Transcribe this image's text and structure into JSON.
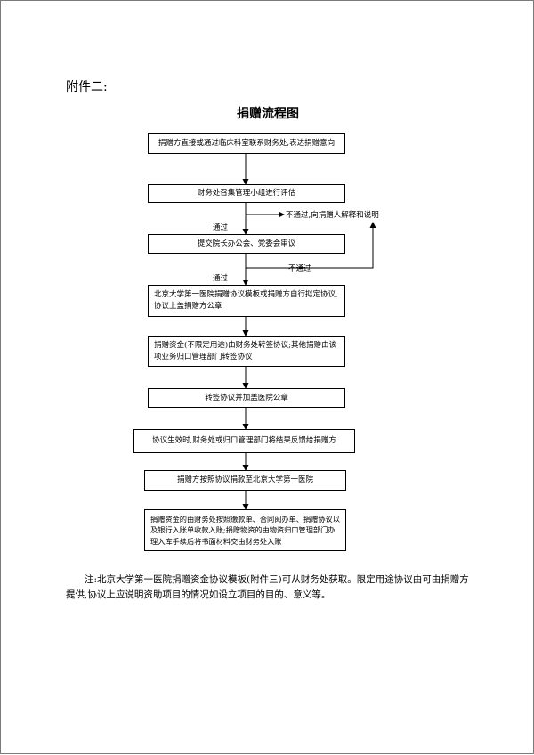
{
  "document": {
    "annex_label": "附件二:",
    "title": "捐赠流程图"
  },
  "flowchart": {
    "steps": [
      "捐赠方直接或通过临床科室联系财务处,表达捐赠意向",
      "财务处召集管理小组进行评估",
      "提交院长办公会、党委会审议",
      "北京大学第一医院捐赠协议模板或捐赠方自行拟定协议,协议上盖捐赠方公章",
      "捐赠资金(不限定用途)由财务处转签协议;其他捐赠由该项业务归口管理部门转签协议",
      "转签协议并加盖医院公章",
      "协议生效时,财务处或归口管理部门将结果反馈给捐赠方",
      "捐赠方按照协议捐款至北京大学第一医院",
      "捐赠资金的由财务处按照缴款单、合同阅办单、捐赠协议以及银行入账单收款入账;捐赠物资的由物资归口管理部门办理入库手续后将书面材料交由财务处入账"
    ],
    "branch_labels": {
      "pass_1": "通过",
      "pass_2": "通过",
      "reject_1": "不通过,向捐赠人解释和说明",
      "reject_2": "不通过"
    }
  },
  "note": "注:北京大学第一医院捐赠资金协议模板(附件三)可从财务处获取。限定用途协议由可由捐赠方提供,协议上应说明资助项目的情况如设立项目的目的、意义等。"
}
